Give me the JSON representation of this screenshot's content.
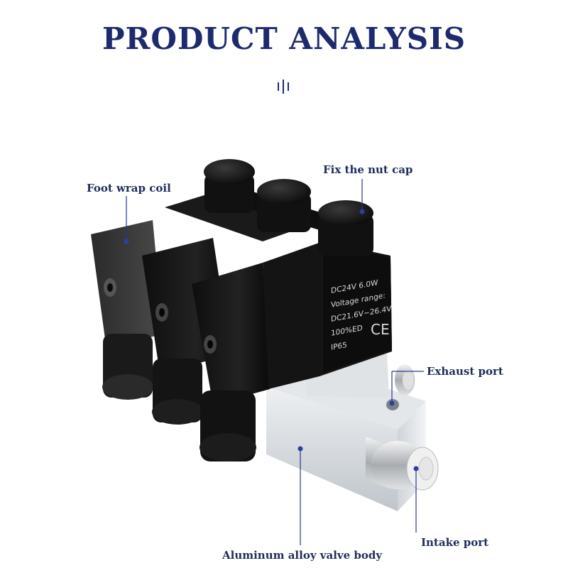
{
  "title": "PRODUCT ANALYSIS",
  "labels": {
    "foot_wrap_coil": "Foot wrap coil",
    "fix_nut_cap": "Fix the nut cap",
    "exhaust_port": "Exhaust port",
    "intake_port": "Intake port",
    "valve_body": "Aluminum alloy valve body"
  },
  "coil_print": {
    "line1": "DC24V  6.0W",
    "line2": "Voltage range:",
    "line3": "DC21.6V~26.4V",
    "line4": "100%ED",
    "line5": "IP65",
    "ce": "CE"
  },
  "colors": {
    "title": "#1e2a6e",
    "callout_line": "#2a3a8c",
    "callout_dot": "#2b3fa0",
    "coil_black": "#151515",
    "aluminum": "#d9dde1"
  }
}
